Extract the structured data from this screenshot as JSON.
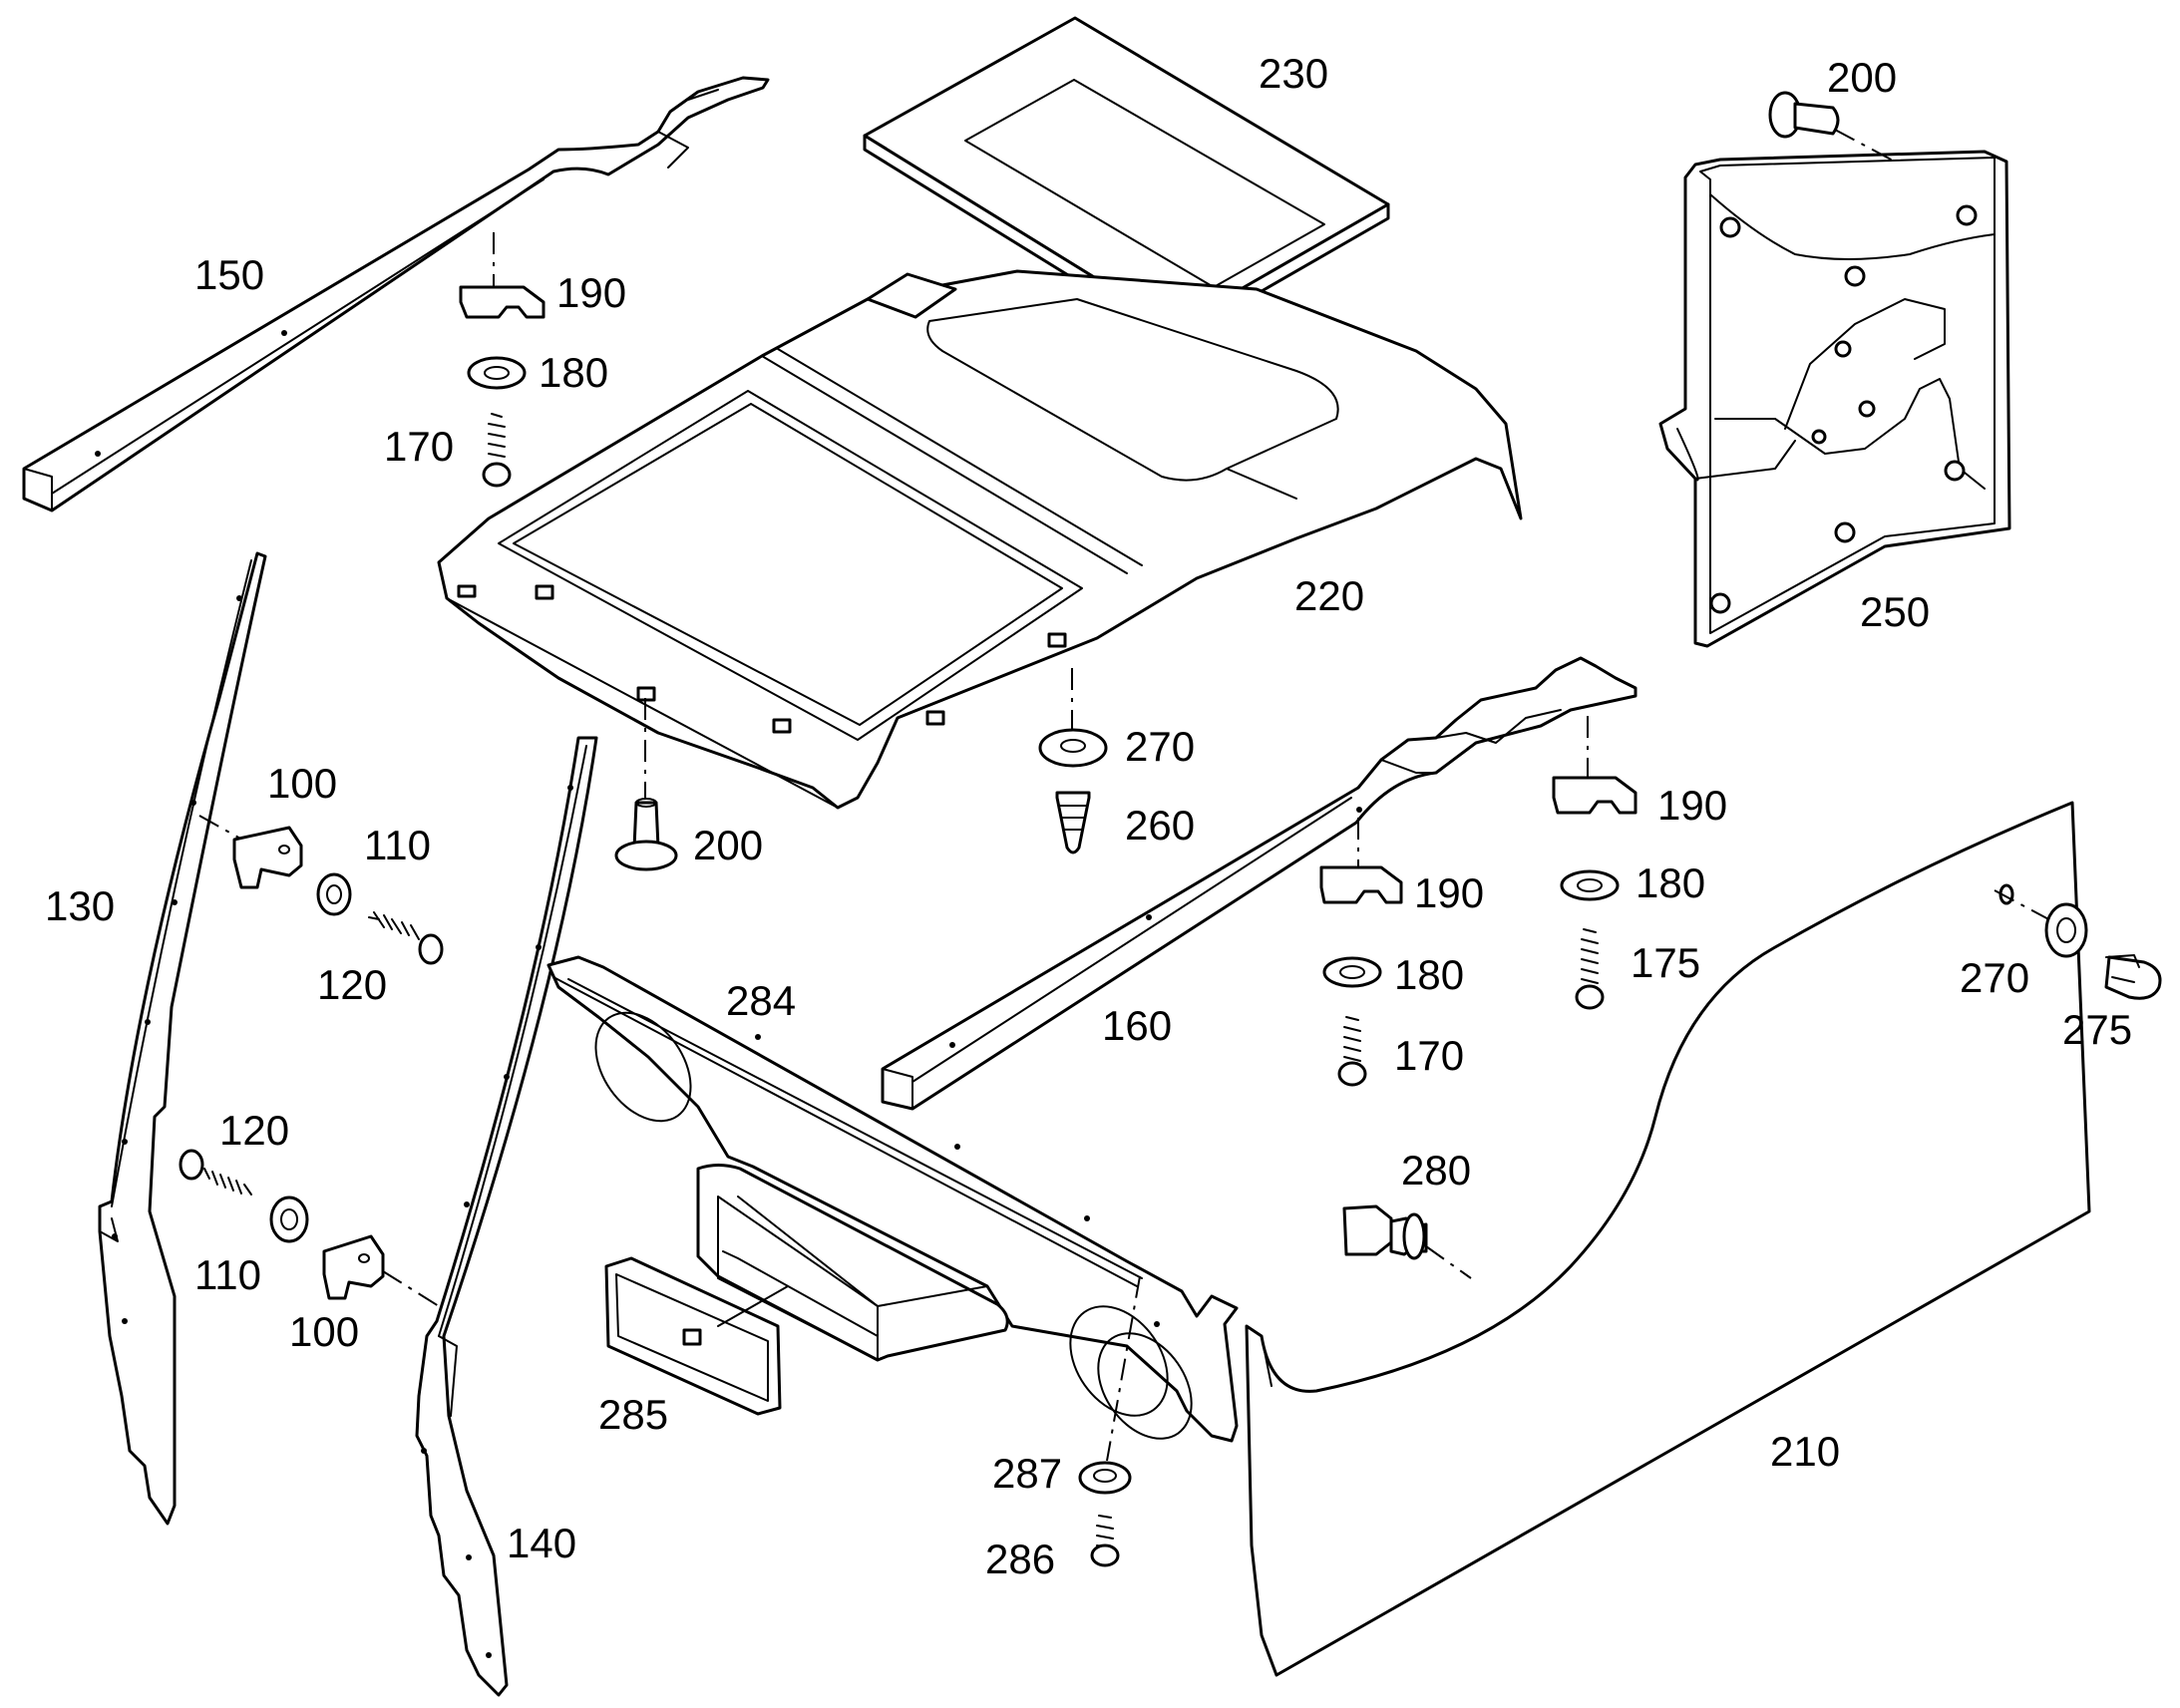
{
  "diagram": {
    "style": {
      "line_color": "#000000",
      "background_color": "#ffffff"
    },
    "callouts": {
      "c100a": "100",
      "c100b": "100",
      "c110a": "110",
      "c110b": "110",
      "c120a": "120",
      "c120b": "120",
      "c130": "130",
      "c140": "140",
      "c150": "150",
      "c160": "160",
      "c170a": "170",
      "c170b": "170",
      "c175": "175",
      "c180a": "180",
      "c180b": "180",
      "c180c": "180",
      "c190a": "190",
      "c190b": "190",
      "c190c": "190",
      "c200a": "200",
      "c200b": "200",
      "c210": "210",
      "c220": "220",
      "c230": "230",
      "c250": "250",
      "c260": "260",
      "c270a": "270",
      "c270b": "270",
      "c275": "275",
      "c280": "280",
      "c284": "284",
      "c285": "285",
      "c286": "286",
      "c287": "287"
    }
  }
}
